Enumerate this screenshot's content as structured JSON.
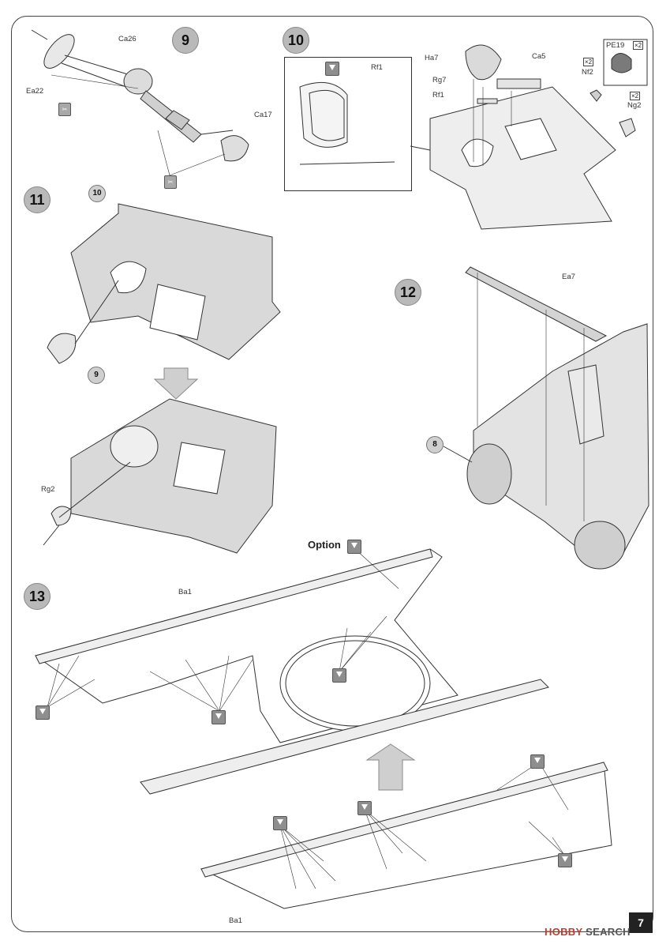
{
  "page_number": "7",
  "watermark": {
    "brand": "HOBBY",
    "rest": "SEARCH"
  },
  "steps": {
    "s9": {
      "num": "9",
      "labels": {
        "ea22": "Ea22",
        "ca26": "Ca26",
        "ca17": "Ca17"
      }
    },
    "s10": {
      "num": "10",
      "labels": {
        "rf1_inset": "Rf1",
        "ha7": "Ha7",
        "rg7": "Rg7",
        "rf1": "Rf1",
        "ca5": "Ca5",
        "nf2": "Nf2",
        "ng2": "Ng2",
        "pe19": "PE19",
        "x2": "×2"
      }
    },
    "s11": {
      "num": "11",
      "ref_top": "10",
      "ref_9": "9",
      "rg2": "Rg2"
    },
    "s12": {
      "num": "12",
      "ea7": "Ea7",
      "ref_8": "8"
    },
    "s13": {
      "num": "13",
      "option": "Option",
      "ba1_top": "Ba1",
      "ba1_bottom": "Ba1"
    }
  }
}
